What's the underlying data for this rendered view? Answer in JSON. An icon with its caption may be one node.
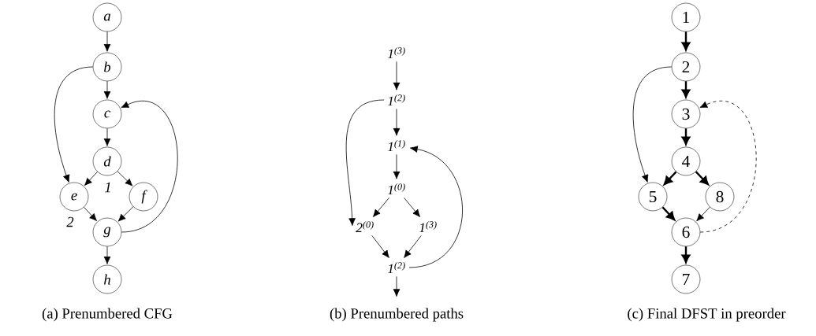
{
  "diagram": {
    "nodes": [
      {
        "text": [
          "a"
        ]
      },
      {
        "text": [
          "b"
        ]
      },
      {
        "text": [
          "c"
        ]
      },
      {
        "text": [
          "d"
        ]
      },
      {
        "text": [
          "e"
        ]
      },
      {
        "text": [
          "f"
        ]
      },
      {
        "text": [
          "g"
        ]
      },
      {
        "text": [
          "h"
        ]
      },
      {
        "text": [
          "1$^{(3)}$"
        ]
      },
      {
        "text": [
          "1$^{(2)}$"
        ]
      },
      {
        "text": [
          "1$^{(1)}$"
        ]
      },
      {
        "text": [
          "1$^{(0)}$"
        ]
      },
      {
        "text": [
          "2$^{(0)}$"
        ]
      },
      {
        "text": [
          "1$^{(3)}$"
        ]
      },
      {
        "text": [
          "1$^{(2)}$"
        ]
      },
      {
        "text": [
          "1"
        ]
      },
      {
        "text": [
          "2"
        ]
      },
      {
        "text": [
          "3"
        ]
      },
      {
        "text": [
          "4"
        ]
      },
      {
        "text": [
          "5"
        ]
      },
      {
        "text": [
          "8"
        ]
      },
      {
        "text": [
          "6"
        ]
      },
      {
        "text": [
          "7"
        ]
      }
    ],
    "edges": [
      {
        "from": 0,
        "to": 1,
        "arrow": "to"
      },
      {
        "from": 1,
        "to": 2,
        "arrow": "to"
      },
      {
        "from": 1,
        "to": 4,
        "arrow": "to"
      },
      {
        "from": 2,
        "to": 3,
        "arrow": "to"
      },
      {
        "from": 3,
        "to": 4,
        "arrow": "to"
      },
      {
        "from": 3,
        "to": 5,
        "arrow": "to"
      },
      {
        "from": 4,
        "to": 6,
        "arrow": "to"
      },
      {
        "from": 5,
        "to": 6,
        "arrow": "to"
      },
      {
        "from": 6,
        "to": 2,
        "arrow": "to"
      },
      {
        "from": 6,
        "to": 7,
        "arrow": "to"
      },
      {
        "from": 8,
        "to": 9,
        "arrow": "to"
      },
      {
        "from": 9,
        "to": 10,
        "arrow": "to"
      },
      {
        "from": 9,
        "to": 12,
        "arrow": "to"
      },
      {
        "from": 10,
        "to": 11,
        "arrow": "to"
      },
      {
        "from": 11,
        "to": 12,
        "arrow": "to"
      },
      {
        "from": 11,
        "to": 13,
        "arrow": "to"
      },
      {
        "from": 12,
        "to": 14,
        "arrow": "to"
      },
      {
        "from": 13,
        "to": 14,
        "arrow": "to"
      },
      {
        "from": 14,
        "to": 10,
        "arrow": "to"
      },
      {
        "from": 14,
        "to": null,
        "arrow": "to"
      },
      {
        "from": 15,
        "to": 16,
        "arrow": "to",
        "style": "thick"
      },
      {
        "from": 16,
        "to": 17,
        "arrow": "to",
        "style": "thick"
      },
      {
        "from": 16,
        "to": 19,
        "arrow": "to"
      },
      {
        "from": 17,
        "to": 18,
        "arrow": "to",
        "style": "thick"
      },
      {
        "from": 18,
        "to": 19,
        "arrow": "to",
        "style": "thick"
      },
      {
        "from": 18,
        "to": 20,
        "arrow": "to",
        "style": "thick"
      },
      {
        "from": 19,
        "to": 21,
        "arrow": "to",
        "style": "thick"
      },
      {
        "from": 20,
        "to": 21,
        "arrow": "to"
      },
      {
        "from": 21,
        "to": 17,
        "arrow": "to",
        "style": "dashed"
      },
      {
        "from": 21,
        "to": 22,
        "arrow": "to",
        "style": "thick"
      }
    ],
    "labels": [
      "1",
      "2",
      "(a) Prenumbered CFG",
      "(b) Prenumbered paths",
      "(c) Final DFST in preorder"
    ]
  }
}
